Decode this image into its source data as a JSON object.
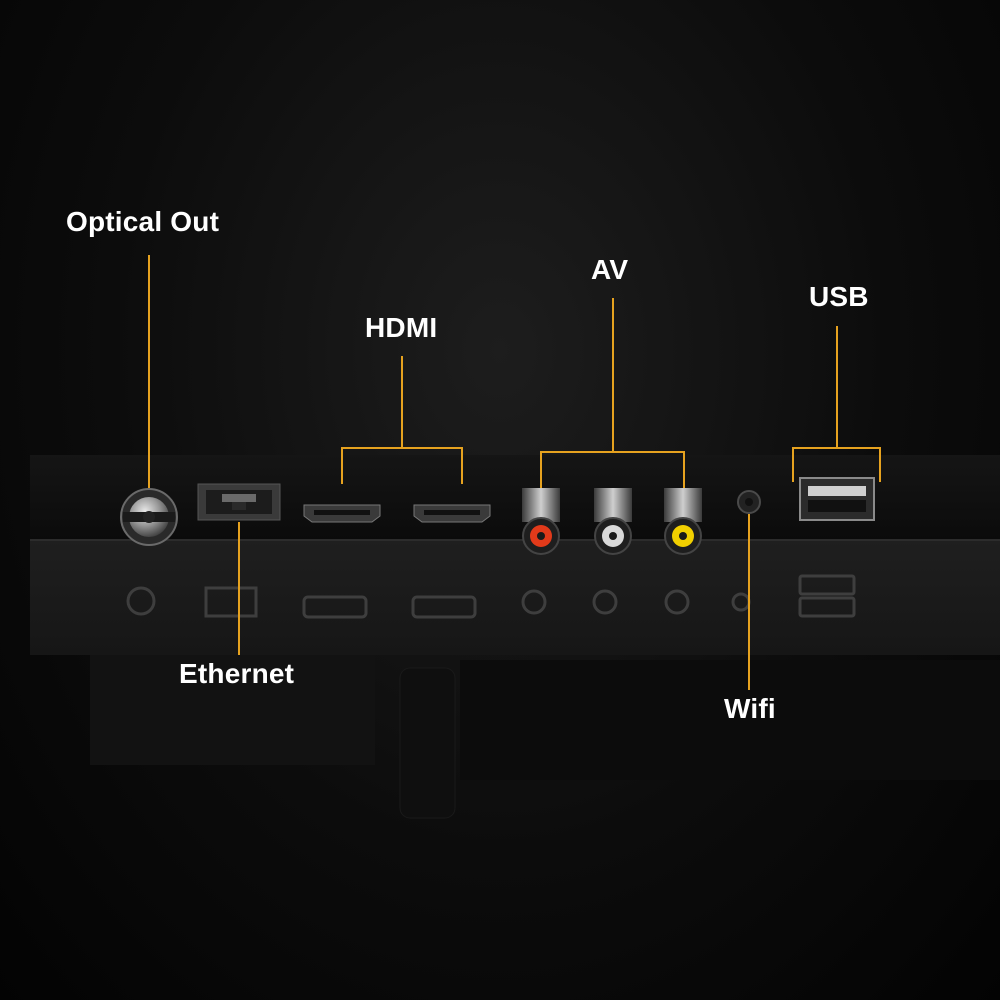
{
  "labels": {
    "optical_out": "Optical Out",
    "hdmi": "HDMI",
    "av": "AV",
    "usb": "USB",
    "ethernet": "Ethernet",
    "wifi": "Wifi"
  },
  "colors": {
    "callout_line": "#e6a21f",
    "label_text": "#ffffff",
    "av_red": "#e23a1a",
    "av_white": "#d9d9d9",
    "av_yellow": "#f2d000"
  }
}
